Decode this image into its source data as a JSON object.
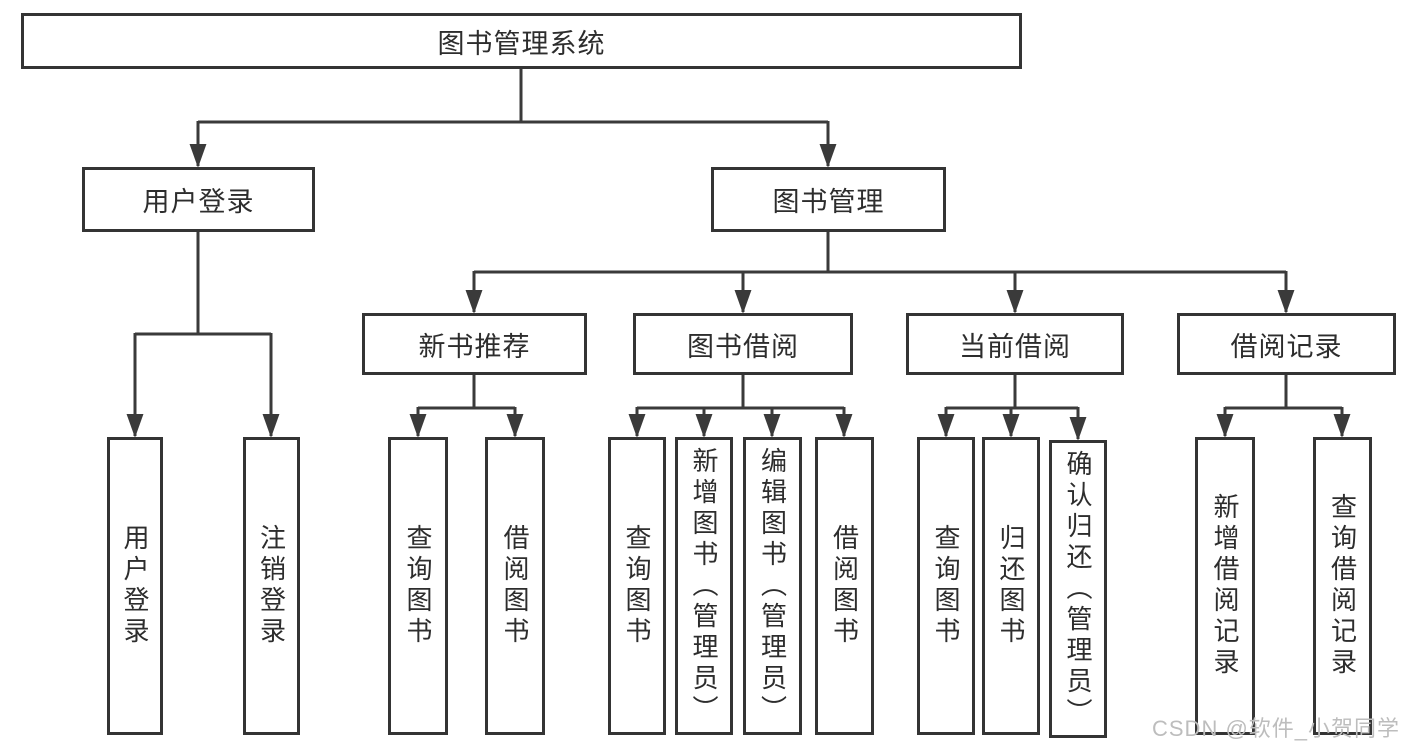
{
  "diagram": {
    "type": "hierarchy-tree",
    "orientation": "top-down",
    "colors": {
      "background": "#ffffff",
      "box_border": "#343434",
      "line": "#3a3a3a",
      "text": "#2d2d2d",
      "watermark_text": "#bdbdbd"
    }
  },
  "tree": {
    "label": "图书管理系统",
    "children": [
      {
        "label": "用户登录",
        "children": [
          {
            "label": "用户登录"
          },
          {
            "label": "注销登录"
          }
        ]
      },
      {
        "label": "图书管理",
        "children": [
          {
            "label": "新书推荐",
            "children": [
              {
                "label": "查询图书"
              },
              {
                "label": "借阅图书"
              }
            ]
          },
          {
            "label": "图书借阅",
            "children": [
              {
                "label": "查询图书"
              },
              {
                "label": "新增图书（管理员）"
              },
              {
                "label": "编辑图书（管理员）"
              },
              {
                "label": "借阅图书"
              }
            ]
          },
          {
            "label": "当前借阅",
            "children": [
              {
                "label": "查询图书"
              },
              {
                "label": "归还图书"
              },
              {
                "label": "确认归还（管理员）"
              }
            ]
          },
          {
            "label": "借阅记录",
            "children": [
              {
                "label": "新增借阅记录"
              },
              {
                "label": "查询借阅记录"
              }
            ]
          }
        ]
      }
    ]
  },
  "watermark": "CSDN @软件_小贺同学"
}
